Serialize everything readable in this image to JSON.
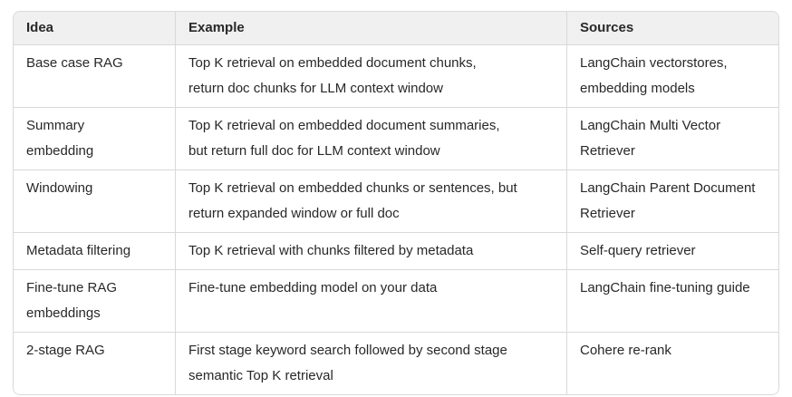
{
  "colors": {
    "header_bg": "#f0f0f0",
    "border": "#d9d9d9",
    "text": "#282828",
    "background": "#ffffff"
  },
  "table": {
    "columns": [
      "Idea",
      "Example",
      "Sources"
    ],
    "rows": [
      {
        "idea": "Base case RAG",
        "example": "Top K retrieval on embedded document chunks,\nreturn doc chunks for LLM context window",
        "sources": "LangChain vectorstores,\nembedding models"
      },
      {
        "idea": "Summary\nembedding",
        "example": "Top K retrieval on embedded document summaries,\nbut return full doc for LLM context window",
        "sources": "LangChain Multi Vector\nRetriever"
      },
      {
        "idea": "Windowing",
        "example": "Top K retrieval on embedded chunks or sentences, but\nreturn expanded window or full doc",
        "sources": "LangChain Parent Document\nRetriever"
      },
      {
        "idea": "Metadata filtering",
        "example": "Top K retrieval with chunks filtered by metadata",
        "sources": "Self-query retriever"
      },
      {
        "idea": "Fine-tune RAG\nembeddings",
        "example": "Fine-tune embedding model on your data",
        "sources": "LangChain fine-tuning guide"
      },
      {
        "idea": "2-stage RAG",
        "example": "First stage keyword search followed by second stage\nsemantic Top K retrieval",
        "sources": "Cohere re-rank"
      }
    ]
  }
}
